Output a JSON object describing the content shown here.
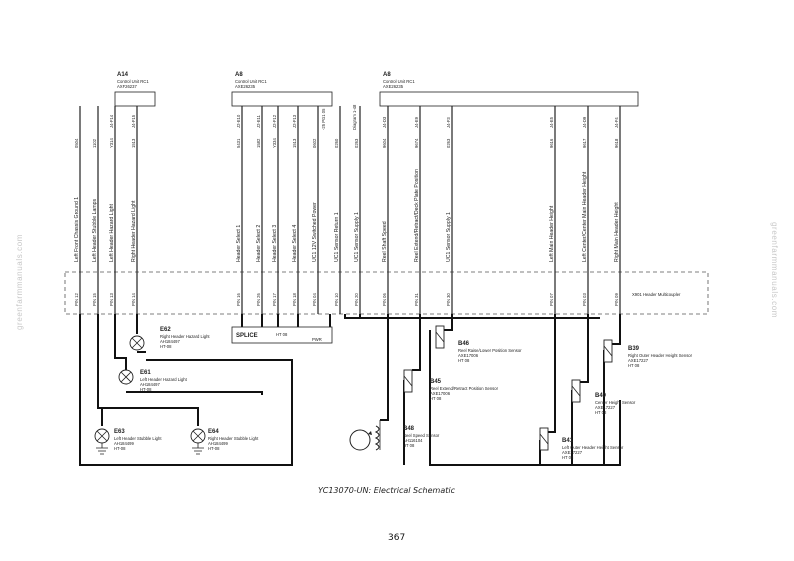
{
  "watermark": "greenfarmmanuals.com",
  "caption": "YC13070-UN: Electrical Schematic",
  "page_number": "367",
  "control_units": [
    {
      "id": "A14",
      "name": "Control Unit RC1",
      "part": "AXF26237"
    },
    {
      "id": "A8",
      "name": "Control Unit RC1",
      "part": "AXE26235"
    },
    {
      "id": "A8",
      "name": "Control Unit RC1",
      "part": "AXE26235"
    }
  ],
  "unit_refs": {
    "pg": "-25 PG1 05",
    "diagram": "Diagram 1-48"
  },
  "wires": [
    {
      "id": "0504",
      "label": "Left Front Chassis Ground 1",
      "pin": "PIN 12",
      "pin_sm": ""
    },
    {
      "id": "1102",
      "label": "Left Header Stubble Lamps",
      "pin": "PIN 15",
      "pin_sm": ""
    },
    {
      "id": "Y314",
      "label": "Left Header Hazard Light",
      "pin": "PIN 13",
      "pin_sm": "J4-F14"
    },
    {
      "id": "1513",
      "label": "Right Header Hazard Light",
      "pin": "PIN 14",
      "pin_sm": "J4-F15"
    },
    {
      "id": "5431",
      "label": "Header Select 1",
      "pin": "PIN 16",
      "pin_sm": "J2-E10"
    },
    {
      "id": "1582",
      "label": "Header Select 2",
      "pin": "PIN 26",
      "pin_sm": "J2-E11"
    },
    {
      "id": "Y334",
      "label": "Header Select 3",
      "pin": "PIN 17",
      "pin_sm": "J2-F12"
    },
    {
      "id": "1513",
      "label": "Header Select 4",
      "pin": "PIN 18",
      "pin_sm": "J2-F13"
    },
    {
      "id": "0602",
      "label": "UC1 12V Switched Power",
      "pin": "PIN 04",
      "pin_sm": ""
    },
    {
      "id": "0260",
      "label": "UC1 Sensor Return 1",
      "pin": "PIN 10",
      "pin_sm": ""
    },
    {
      "id": "0263",
      "label": "UC1 Sensor Supply 1",
      "pin": "PIN 20",
      "pin_sm": ""
    },
    {
      "id": "9604",
      "label": "Reel Shaft Speed",
      "pin": "PIN 06",
      "pin_sm": "J4-D3"
    },
    {
      "id": "9674",
      "label": "Reel Extend/Retract/Deck Plate Position",
      "pin": "PIN 31",
      "pin_sm": "J4-E9"
    },
    {
      "id": "0263",
      "label": "UC1 Sensor Supply 1",
      "pin": "PIN 30",
      "pin_sm": "J4-F3"
    },
    {
      "id": "9616",
      "label": "Left Main Header Height",
      "pin": "PIN 07",
      "pin_sm": "J4-E5"
    },
    {
      "id": "9617",
      "label": "Left Center/Center Main Header Height",
      "pin": "PIN 03",
      "pin_sm": "J4-D9"
    },
    {
      "id": "9618",
      "label": "Right Main Header Height",
      "pin": "PIN 09",
      "pin_sm": "J4-F4"
    }
  ],
  "header_connector": "X901 Header Multicoupler",
  "splice": {
    "label": "SPLICE",
    "sub": "HT 08",
    "pwr": "PWR"
  },
  "lamps": [
    {
      "id": "E62",
      "name": "Right Header Hazard Light",
      "part": "AH184497",
      "sub": "HT-08"
    },
    {
      "id": "E61",
      "name": "Left Header Hazard Light",
      "part": "AH184497",
      "sub": "HT-08"
    },
    {
      "id": "E63",
      "name": "Left Header Stubble Light",
      "part": "AH184499",
      "sub": "HT-08"
    },
    {
      "id": "E64",
      "name": "Right Header Stubble Light",
      "part": "AH184499",
      "sub": "HT-08"
    }
  ],
  "sensors": [
    {
      "id": "B46",
      "name": "Reel Raise/Lower Position Sensor",
      "part": "AXE17006",
      "sub": "HT 08"
    },
    {
      "id": "B45",
      "name": "Reel Extend/Retract Position Sensor",
      "part": "AXE17006",
      "sub": "HT 08"
    },
    {
      "id": "B48",
      "name": "Reel Speed Sensor",
      "part": "AH116104",
      "sub": "HT 08"
    },
    {
      "id": "B39",
      "name": "Right Outer Header Height Sensor",
      "part": "AXE17227",
      "sub": "HT 08"
    },
    {
      "id": "B40",
      "name": "Center Height Sensor",
      "part": "AXE17227",
      "sub": "HT 08"
    },
    {
      "id": "B41",
      "name": "Left Outer Header Height Sensor",
      "part": "AXE17227",
      "sub": "HT 08"
    }
  ]
}
